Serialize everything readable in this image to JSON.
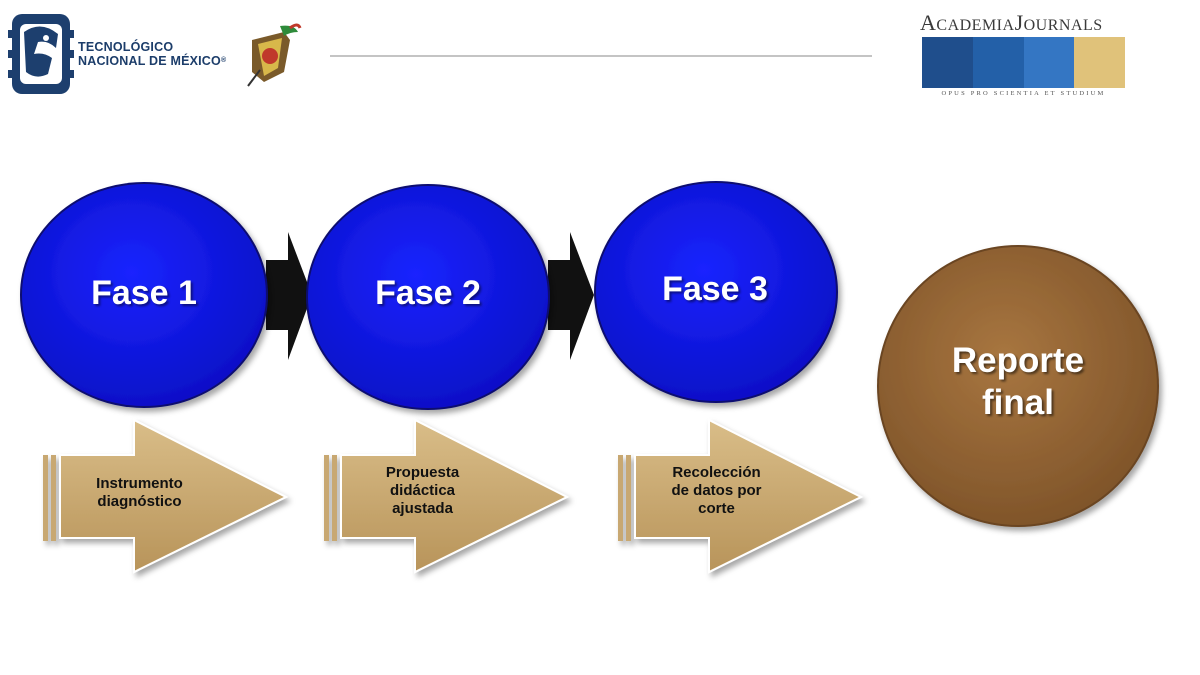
{
  "header": {
    "tecnm_line1": "TECNOLÓGICO",
    "tecnm_line2": "NACIONAL DE MÉXICO",
    "tecnm_reg": "®",
    "academia_part1": "A",
    "academia_part2": "CADEMIA",
    "journals_part1": "J",
    "journals_part2": "OURNALS",
    "tagline": "OPUS PRO SCIENTIA ET STUDIUM",
    "bar_colors": [
      "#1f4e8c",
      "#2360a8",
      "#3476c3",
      "#e0c27a"
    ]
  },
  "phases": [
    {
      "label": "Fase 1",
      "step": [
        "Instrumento",
        "diagnóstico"
      ]
    },
    {
      "label": "Fase 2",
      "step": [
        "Propuesta",
        "didáctica",
        "ajustada"
      ]
    },
    {
      "label": "Fase 3",
      "step": [
        "Recolección",
        "de datos por",
        "corte"
      ]
    }
  ],
  "report": {
    "line1": "Reporte",
    "line2": "final"
  },
  "colors": {
    "phase_circle": "#0a12e0",
    "arrow_fill": "#c8a872",
    "report_circle": "#9a6a35",
    "connector": "#111111"
  }
}
